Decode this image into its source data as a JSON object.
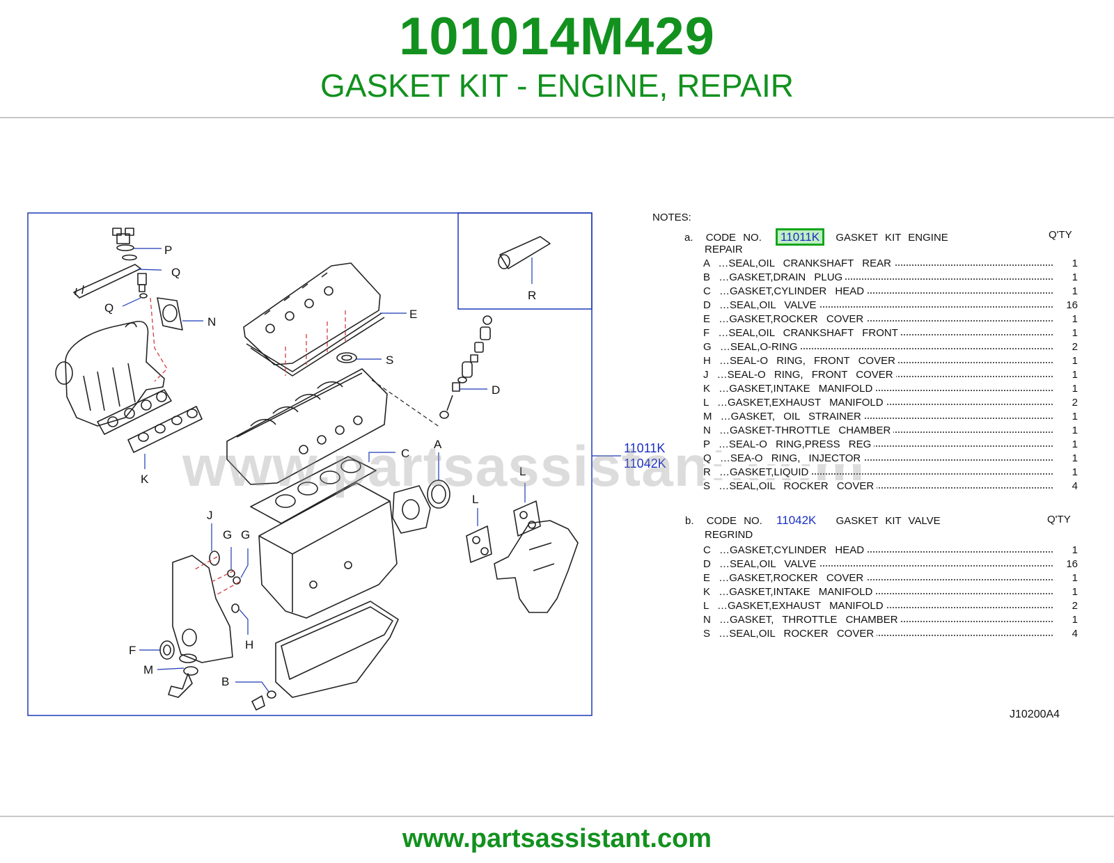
{
  "header": {
    "part_number": "101014M429",
    "title": "GASKET KIT - ENGINE, REPAIR"
  },
  "diagram": {
    "labels": {
      "P": "P",
      "Q1": "Q",
      "Q2": "Q",
      "N": "N",
      "E": "E",
      "S": "S",
      "D": "D",
      "R": "R",
      "K": "K",
      "C": "C",
      "A": "A",
      "L1": "L",
      "L2": "L",
      "J": "J",
      "G1": "G",
      "G2": "G",
      "F": "F",
      "M": "M",
      "H": "H",
      "B": "B"
    },
    "refs": [
      "11011K",
      "11042K"
    ],
    "watermark": "www.partsassistant.com",
    "drawing_code": "J10200A4"
  },
  "notes": {
    "heading": "NOTES:",
    "kits": [
      {
        "prefix": "a.",
        "code_label": "CODE NO.",
        "code": "11011K",
        "name": "GASKET KIT ENGINE",
        "name_cont": "REPAIR",
        "qty_header": "Q'TY",
        "items": [
          {
            "letter": "A",
            "desc": "SEAL,OIL CRANKSHAFT REAR",
            "qty": "1"
          },
          {
            "letter": "B",
            "desc": "GASKET,DRAIN PLUG",
            "qty": "1"
          },
          {
            "letter": "C",
            "desc": "GASKET,CYLINDER HEAD",
            "qty": "1"
          },
          {
            "letter": "D",
            "desc": "SEAL,OIL VALVE",
            "qty": "16"
          },
          {
            "letter": "E",
            "desc": "GASKET,ROCKER COVER",
            "qty": "1"
          },
          {
            "letter": "F",
            "desc": "SEAL,OIL CRANKSHAFT FRONT",
            "qty": "1"
          },
          {
            "letter": "G",
            "desc": "SEAL,O-RING",
            "qty": "2"
          },
          {
            "letter": "H",
            "desc": "SEAL-O RING, FRONT COVER",
            "qty": "1"
          },
          {
            "letter": "J",
            "desc": "SEAL-O RING, FRONT COVER",
            "qty": "1"
          },
          {
            "letter": "K",
            "desc": "GASKET,INTAKE MANIFOLD",
            "qty": "1"
          },
          {
            "letter": "L",
            "desc": "GASKET,EXHAUST MANIFOLD",
            "qty": "2"
          },
          {
            "letter": "M",
            "desc": "GASKET, OIL STRAINER",
            "qty": "1"
          },
          {
            "letter": "N",
            "desc": "GASKET-THROTTLE CHAMBER",
            "qty": "1"
          },
          {
            "letter": "P",
            "desc": "SEAL-O RING,PRESS REG",
            "qty": "1"
          },
          {
            "letter": "Q",
            "desc": "SEA-O RING, INJECTOR",
            "qty": "1"
          },
          {
            "letter": "R",
            "desc": "GASKET,LIQUID",
            "qty": "1"
          },
          {
            "letter": "S",
            "desc": "SEAL,OIL ROCKER COVER",
            "qty": "4"
          }
        ]
      },
      {
        "prefix": "b.",
        "code_label": "CODE NO.",
        "code": "11042K",
        "name": "GASKET KIT VALVE",
        "name_cont": "REGRIND",
        "qty_header": "Q'TY",
        "items": [
          {
            "letter": "C",
            "desc": "GASKET,CYLINDER HEAD",
            "qty": "1"
          },
          {
            "letter": "D",
            "desc": "SEAL,OIL VALVE",
            "qty": "16"
          },
          {
            "letter": "E",
            "desc": "GASKET,ROCKER COVER",
            "qty": "1"
          },
          {
            "letter": "K",
            "desc": "GASKET,INTAKE MANIFOLD",
            "qty": "1"
          },
          {
            "letter": "L",
            "desc": "GASKET,EXHAUST MANIFOLD",
            "qty": "2"
          },
          {
            "letter": "N",
            "desc": "GASKET, THROTTLE CHAMBER",
            "qty": "1"
          },
          {
            "letter": "S",
            "desc": "SEAL,OIL ROCKER COVER",
            "qty": "4"
          }
        ]
      }
    ]
  },
  "footer": {
    "url": "www.partsassistant.com"
  },
  "colors": {
    "brand_green": "#12911e",
    "link_blue": "#1a2fc4",
    "frame_blue": "#1b38b5",
    "highlight_green": "#14a51c",
    "dash_red": "#d23c3c"
  }
}
